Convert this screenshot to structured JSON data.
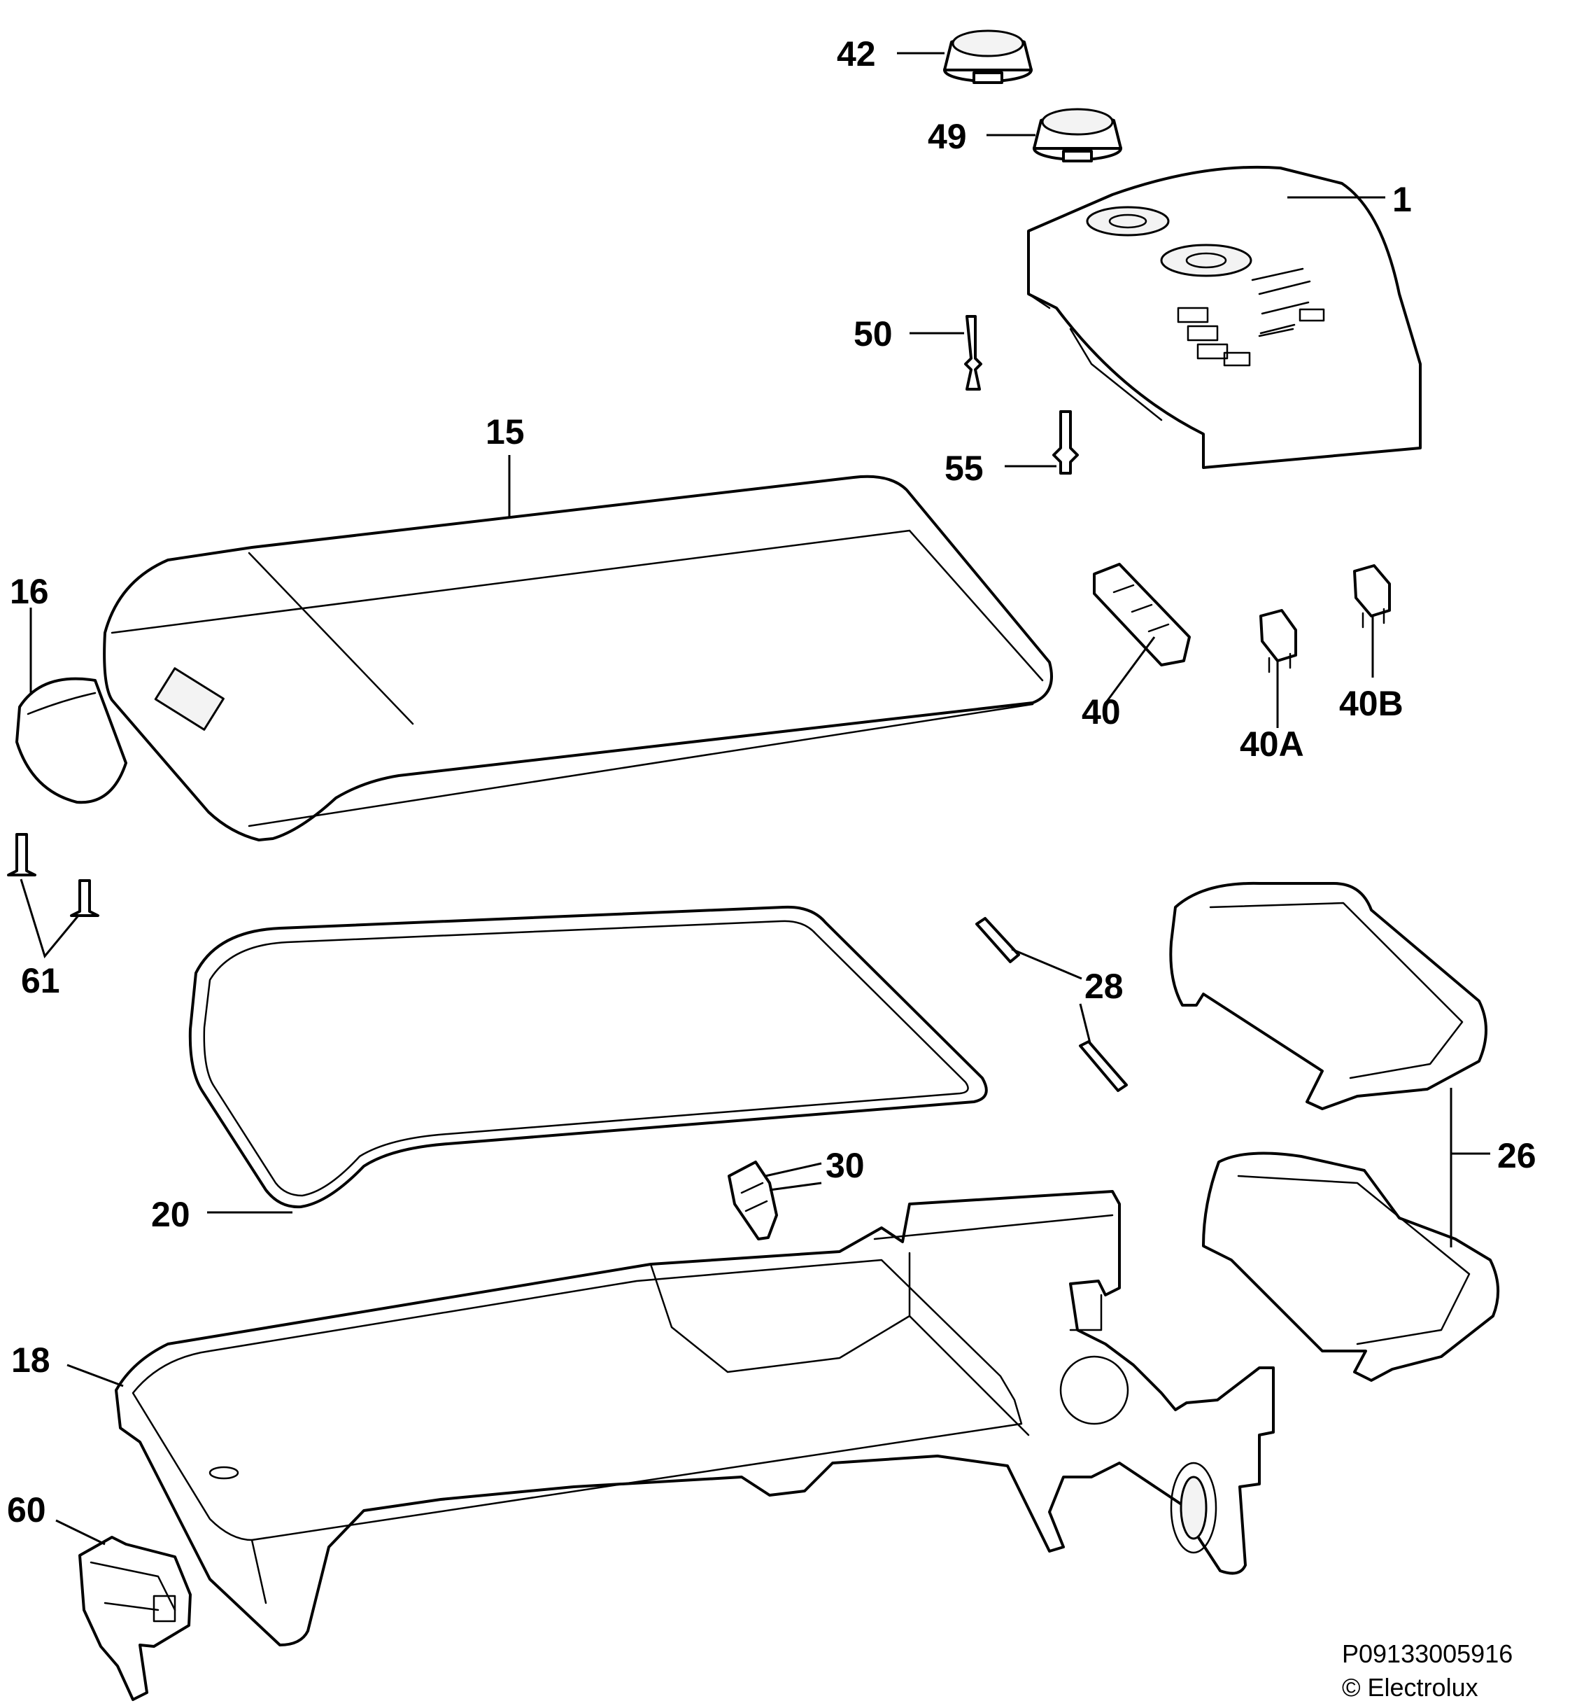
{
  "callouts": {
    "p1": "1",
    "p15": "15",
    "p16": "16",
    "p18": "18",
    "p20": "20",
    "p26": "26",
    "p28": "28",
    "p30": "30",
    "p40": "40",
    "p40A": "40A",
    "p40B": "40B",
    "p42": "42",
    "p49": "49",
    "p50": "50",
    "p55": "55",
    "p60": "60",
    "p61": "61"
  },
  "footer": {
    "document_code": "P09133005916",
    "copyright": "© Electrolux"
  }
}
